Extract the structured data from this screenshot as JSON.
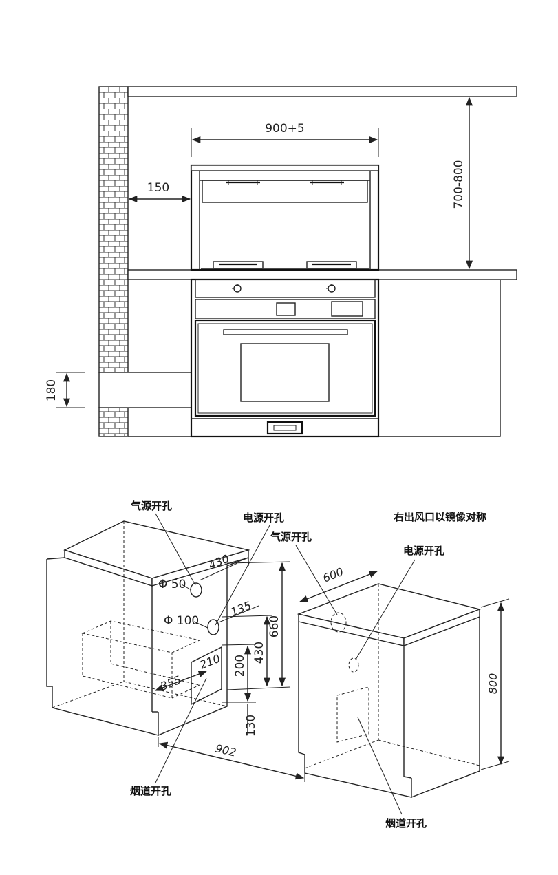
{
  "front_view": {
    "width_dim": "900+5",
    "wall_gap_dim": "150",
    "hood_height_dim": "700-800",
    "duct_height_dim": "180"
  },
  "left_view": {
    "gas_hole_label": "气源开孔",
    "power_hole_label": "电源开孔",
    "flue_hole_label": "烟道开孔",
    "dim_430_top": "430",
    "dim_phi50": "Φ 50",
    "dim_phi100": "Φ 100",
    "dim_135": "135",
    "dim_660": "660",
    "dim_430_side": "430",
    "dim_200": "200",
    "dim_210": "210",
    "dim_355": "355",
    "dim_130": "130",
    "dim_902": "902"
  },
  "right_view": {
    "mirror_note": "右出风口以镜像对称",
    "gas_hole_label": "气源开孔",
    "power_hole_label": "电源开孔",
    "flue_hole_label": "烟道开孔",
    "dim_600": "600",
    "dim_800": "800"
  }
}
